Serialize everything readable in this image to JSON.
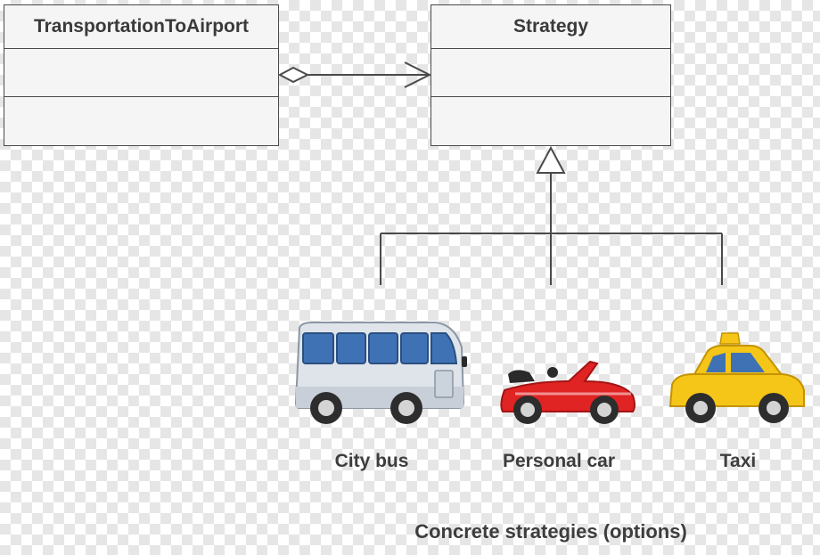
{
  "classes": {
    "context": {
      "name": "TransportationToAirport"
    },
    "strategy": {
      "name": "Strategy"
    }
  },
  "strategies": [
    {
      "label": "City bus",
      "icon": "bus-icon",
      "color": "#d6dde6"
    },
    {
      "label": "Personal car",
      "icon": "convertible-car-icon",
      "color": "#e02323"
    },
    {
      "label": "Taxi",
      "icon": "taxi-icon",
      "color": "#f5c518"
    }
  ],
  "footer": {
    "caption": "Concrete strategies (options)"
  },
  "colors": {
    "line": "#4a4a4a",
    "box_fill": "#f5f5f5"
  }
}
